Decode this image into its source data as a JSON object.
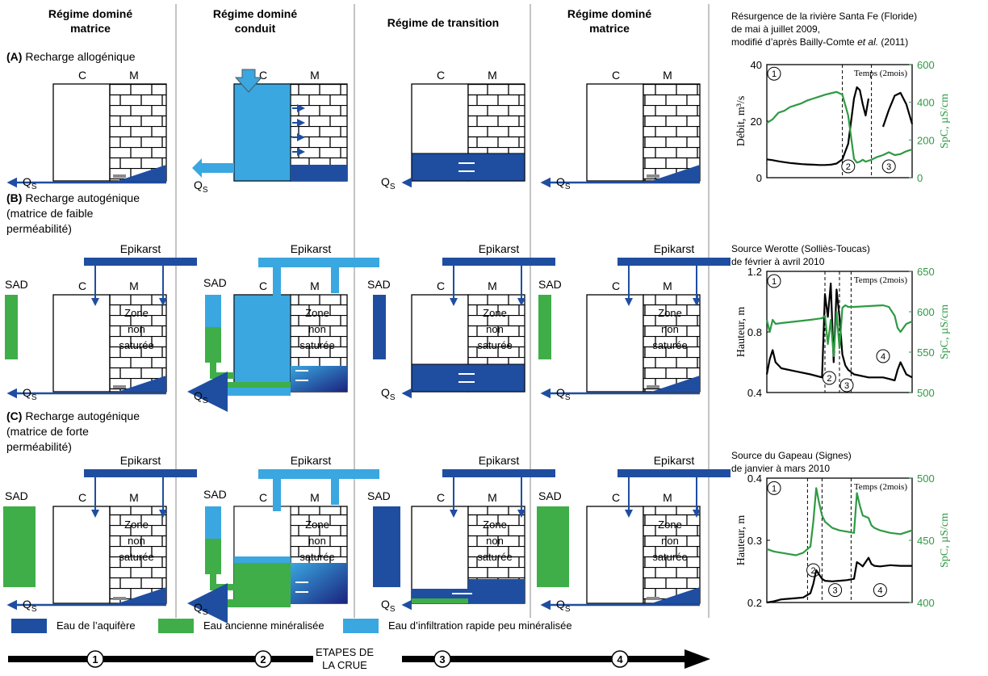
{
  "colors": {
    "aquifer": "#1F4EA1",
    "old_water": "#3FAE48",
    "fast_infiltration": "#3AA7E0",
    "black": "#000000",
    "green_curve": "#2E9A43",
    "grey_arrow": "#8A8A8A"
  },
  "columns": [
    {
      "line1": "Régime dominé",
      "line2": "matrice"
    },
    {
      "line1": "Régime dominé",
      "line2": "conduit"
    },
    {
      "line1": "Régime de transition",
      "line2": ""
    },
    {
      "line1": "Régime dominé",
      "line2": "matrice"
    }
  ],
  "rows": {
    "A": {
      "prefix": "(A)",
      "line1": " Recharge allogénique"
    },
    "B": {
      "prefix": "(B)",
      "line1": " Recharge autogénique",
      "line2": "(matrice de faible",
      "line3": "perméabilité)"
    },
    "C": {
      "prefix": "(C)",
      "line1": " Recharge autogénique",
      "line2": "(matrice de forte",
      "line3": "perméabilité)"
    }
  },
  "labels": {
    "conduit": "C",
    "matrix": "M",
    "epikarst": "Epikarst",
    "sad": "SAD",
    "qs": "Q",
    "qs_sub": "S",
    "zone1": "Zone",
    "zone2": "non",
    "zone3": "saturée"
  },
  "legend": [
    {
      "label": "Eau de l’aquifère",
      "color": "#1F4EA1"
    },
    {
      "label": "Eau ancienne minéralisée",
      "color": "#3FAE48"
    },
    {
      "label": "Eau d’infiltration rapide peu minéralisée",
      "color": "#3AA7E0"
    }
  ],
  "timeline": {
    "label_line1": "ETAPES DE",
    "label_line2": "LA CRUE",
    "steps": [
      "1",
      "2",
      "3",
      "4"
    ]
  },
  "chart_data": [
    {
      "type": "line",
      "title_line1": "Résurgence de la rivière Santa Fe (Floride)",
      "title_line2": "de mai à juillet 2009,",
      "title_line3": "modifié d’après Bailly-Comte ",
      "title_italic": "et al.",
      "title_line3_end": " (2011)",
      "ylabel_left": "Débit, m³/s",
      "ylabel_right": "SpC, µS/cm",
      "x_annotation": "Temps (2mois)",
      "yticks_left": [
        "0",
        "20",
        "40"
      ],
      "yticks_right": [
        "0",
        "200",
        "400",
        "600"
      ],
      "ylim_left": [
        0,
        40
      ],
      "ylim_right": [
        0,
        600
      ],
      "stages": [
        "1",
        "2",
        "3"
      ],
      "x": [
        0,
        0.04,
        0.08,
        0.12,
        0.16,
        0.2,
        0.24,
        0.28,
        0.32,
        0.36,
        0.4,
        0.44,
        0.48,
        0.52,
        0.56,
        0.6,
        0.62,
        0.64,
        0.66,
        0.68,
        0.7,
        0.72,
        0.76,
        0.8,
        0.84,
        0.88,
        0.92,
        0.96,
        1.0
      ],
      "series": [
        {
          "name": "Débit",
          "axis": "left",
          "values": [
            6.5,
            6.2,
            5.8,
            5.5,
            5.2,
            5.0,
            4.8,
            4.7,
            4.6,
            4.5,
            4.5,
            4.6,
            5.0,
            6.5,
            12,
            28,
            32,
            31,
            26,
            22,
            28,
            null,
            null,
            18,
            24,
            29,
            30,
            26,
            19
          ]
        },
        {
          "name": "SpC",
          "axis": "right",
          "values": [
            290,
            310,
            345,
            355,
            375,
            385,
            395,
            410,
            420,
            430,
            440,
            448,
            455,
            440,
            330,
            100,
            80,
            85,
            95,
            85,
            90,
            95,
            110,
            120,
            135,
            120,
            125,
            140,
            150
          ]
        }
      ]
    },
    {
      "type": "line",
      "title_line1": "Source Werotte (Solliès-Toucas)",
      "title_line2": "de février à avril 2010",
      "ylabel_left": "Hauteur, m",
      "ylabel_right": "SpC, µS/cm",
      "x_annotation": "Temps (2mois)",
      "yticks_left": [
        "0.4",
        "0.8",
        "1.2"
      ],
      "yticks_right": [
        "500",
        "550",
        "600",
        "650"
      ],
      "ylim_left": [
        0.4,
        1.2
      ],
      "ylim_right": [
        500,
        650
      ],
      "stages": [
        "1",
        "2",
        "3",
        "4"
      ],
      "x": [
        0,
        0.02,
        0.04,
        0.06,
        0.1,
        0.2,
        0.3,
        0.38,
        0.4,
        0.42,
        0.44,
        0.46,
        0.48,
        0.5,
        0.52,
        0.54,
        0.56,
        0.6,
        0.7,
        0.8,
        0.84,
        0.88,
        0.9,
        0.92,
        0.96,
        1.0
      ],
      "series": [
        {
          "name": "Hauteur",
          "axis": "left",
          "values": [
            0.52,
            0.62,
            0.68,
            0.6,
            0.56,
            0.54,
            0.52,
            0.5,
            1.05,
            0.9,
            1.12,
            0.6,
            1.08,
            0.9,
            0.65,
            0.58,
            0.55,
            0.52,
            0.5,
            0.5,
            0.49,
            0.48,
            0.55,
            0.6,
            0.52,
            0.5
          ]
        },
        {
          "name": "SpC",
          "axis": "right",
          "values": [
            590,
            575,
            590,
            585,
            586,
            588,
            590,
            592,
            595,
            560,
            590,
            545,
            600,
            555,
            605,
            608,
            606,
            606,
            607,
            608,
            606,
            595,
            580,
            575,
            585,
            588
          ]
        }
      ]
    },
    {
      "type": "line",
      "title_line1": "Source du Gapeau (Signes)",
      "title_line2": "de janvier à mars 2010",
      "ylabel_left": "Hauteur, m",
      "ylabel_right": "SpC, µS/cm",
      "x_annotation": "Temps (2mois)",
      "yticks_left": [
        "0.2",
        "0.3",
        "0.4"
      ],
      "yticks_right": [
        "400",
        "450",
        "500"
      ],
      "ylim_left": [
        0.2,
        0.4
      ],
      "ylim_right": [
        400,
        500
      ],
      "stages": [
        "1",
        "2",
        "3",
        "4"
      ],
      "x": [
        0,
        0.05,
        0.1,
        0.15,
        0.2,
        0.25,
        0.3,
        0.32,
        0.34,
        0.36,
        0.38,
        0.4,
        0.45,
        0.5,
        0.55,
        0.6,
        0.62,
        0.64,
        0.66,
        0.7,
        0.72,
        0.74,
        0.78,
        0.85,
        0.92,
        1.0
      ],
      "series": [
        {
          "name": "Hauteur",
          "axis": "left",
          "values": [
            0.2,
            0.202,
            0.205,
            0.206,
            0.207,
            0.208,
            0.215,
            0.23,
            0.252,
            0.245,
            0.238,
            0.235,
            0.234,
            0.235,
            0.236,
            0.238,
            0.265,
            0.262,
            0.258,
            0.272,
            0.262,
            0.259,
            0.258,
            0.26,
            0.259,
            0.259
          ]
        },
        {
          "name": "SpC",
          "axis": "right",
          "values": [
            443,
            441,
            440,
            439,
            438,
            440,
            445,
            465,
            492,
            480,
            470,
            465,
            460,
            458,
            457,
            456,
            488,
            478,
            470,
            468,
            462,
            460,
            458,
            456,
            455,
            458
          ]
        }
      ]
    }
  ]
}
